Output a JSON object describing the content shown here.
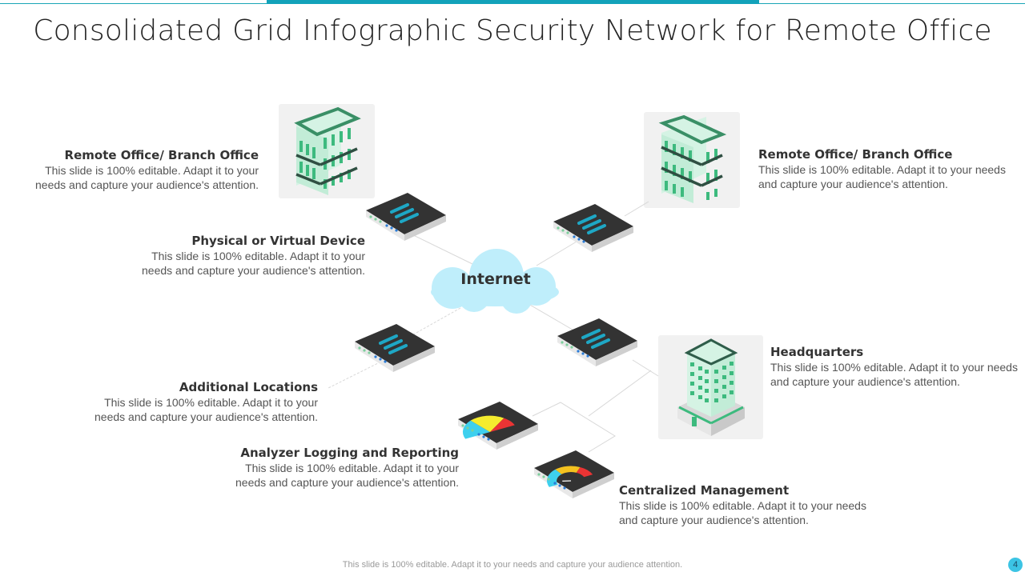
{
  "slide": {
    "title": "Consolidated Grid Infographic Security Network for Remote Office",
    "center_node": {
      "label": "Internet",
      "icon": "cloud-icon"
    },
    "blocks": [
      {
        "id": "remote-office-left",
        "heading": "Remote Office/ Branch Office",
        "body": "This slide is 100% editable. Adapt it to your needs and capture your audience's attention.",
        "icon": "office-building-icon"
      },
      {
        "id": "physical-virtual-device",
        "heading": "Physical or Virtual Device",
        "body": "This slide is 100% editable. Adapt it to your needs and capture your audience's attention.",
        "icon": "router-icon"
      },
      {
        "id": "remote-office-right",
        "heading": "Remote Office/ Branch Office",
        "body": "This slide is 100% editable. Adapt it to your needs and capture your audience's attention.",
        "icon": "office-building-icon"
      },
      {
        "id": "headquarters",
        "heading": "Headquarters",
        "body": "This slide is 100% editable. Adapt it to your needs and capture your audience's attention.",
        "icon": "headquarters-building-icon"
      },
      {
        "id": "additional-locations",
        "heading": "Additional Locations",
        "body": "This slide is 100% editable. Adapt it to your needs and capture your audience's attention.",
        "icon": "router-icon"
      },
      {
        "id": "analyzer-logging",
        "heading": "Analyzer Logging and Reporting",
        "body": "This slide is 100% editable. Adapt it to your needs and capture your audience's attention.",
        "icon": "pie-chart-device-icon"
      },
      {
        "id": "centralized-management",
        "heading": "Centralized Management",
        "body": "This slide is 100% editable. Adapt it to your needs and capture your audience's attention.",
        "icon": "gauge-device-icon"
      }
    ],
    "footer": "This slide is 100% editable. Adapt it to your needs and capture your audience attention.",
    "page_number": "4"
  },
  "colors": {
    "accent": "#12a2ba",
    "building_green": "#3dba7e",
    "building_dark": "#2f5d4a",
    "cloud": "#bfeefb",
    "device_top": "#333333",
    "device_stripes": "#1ea7c5"
  }
}
